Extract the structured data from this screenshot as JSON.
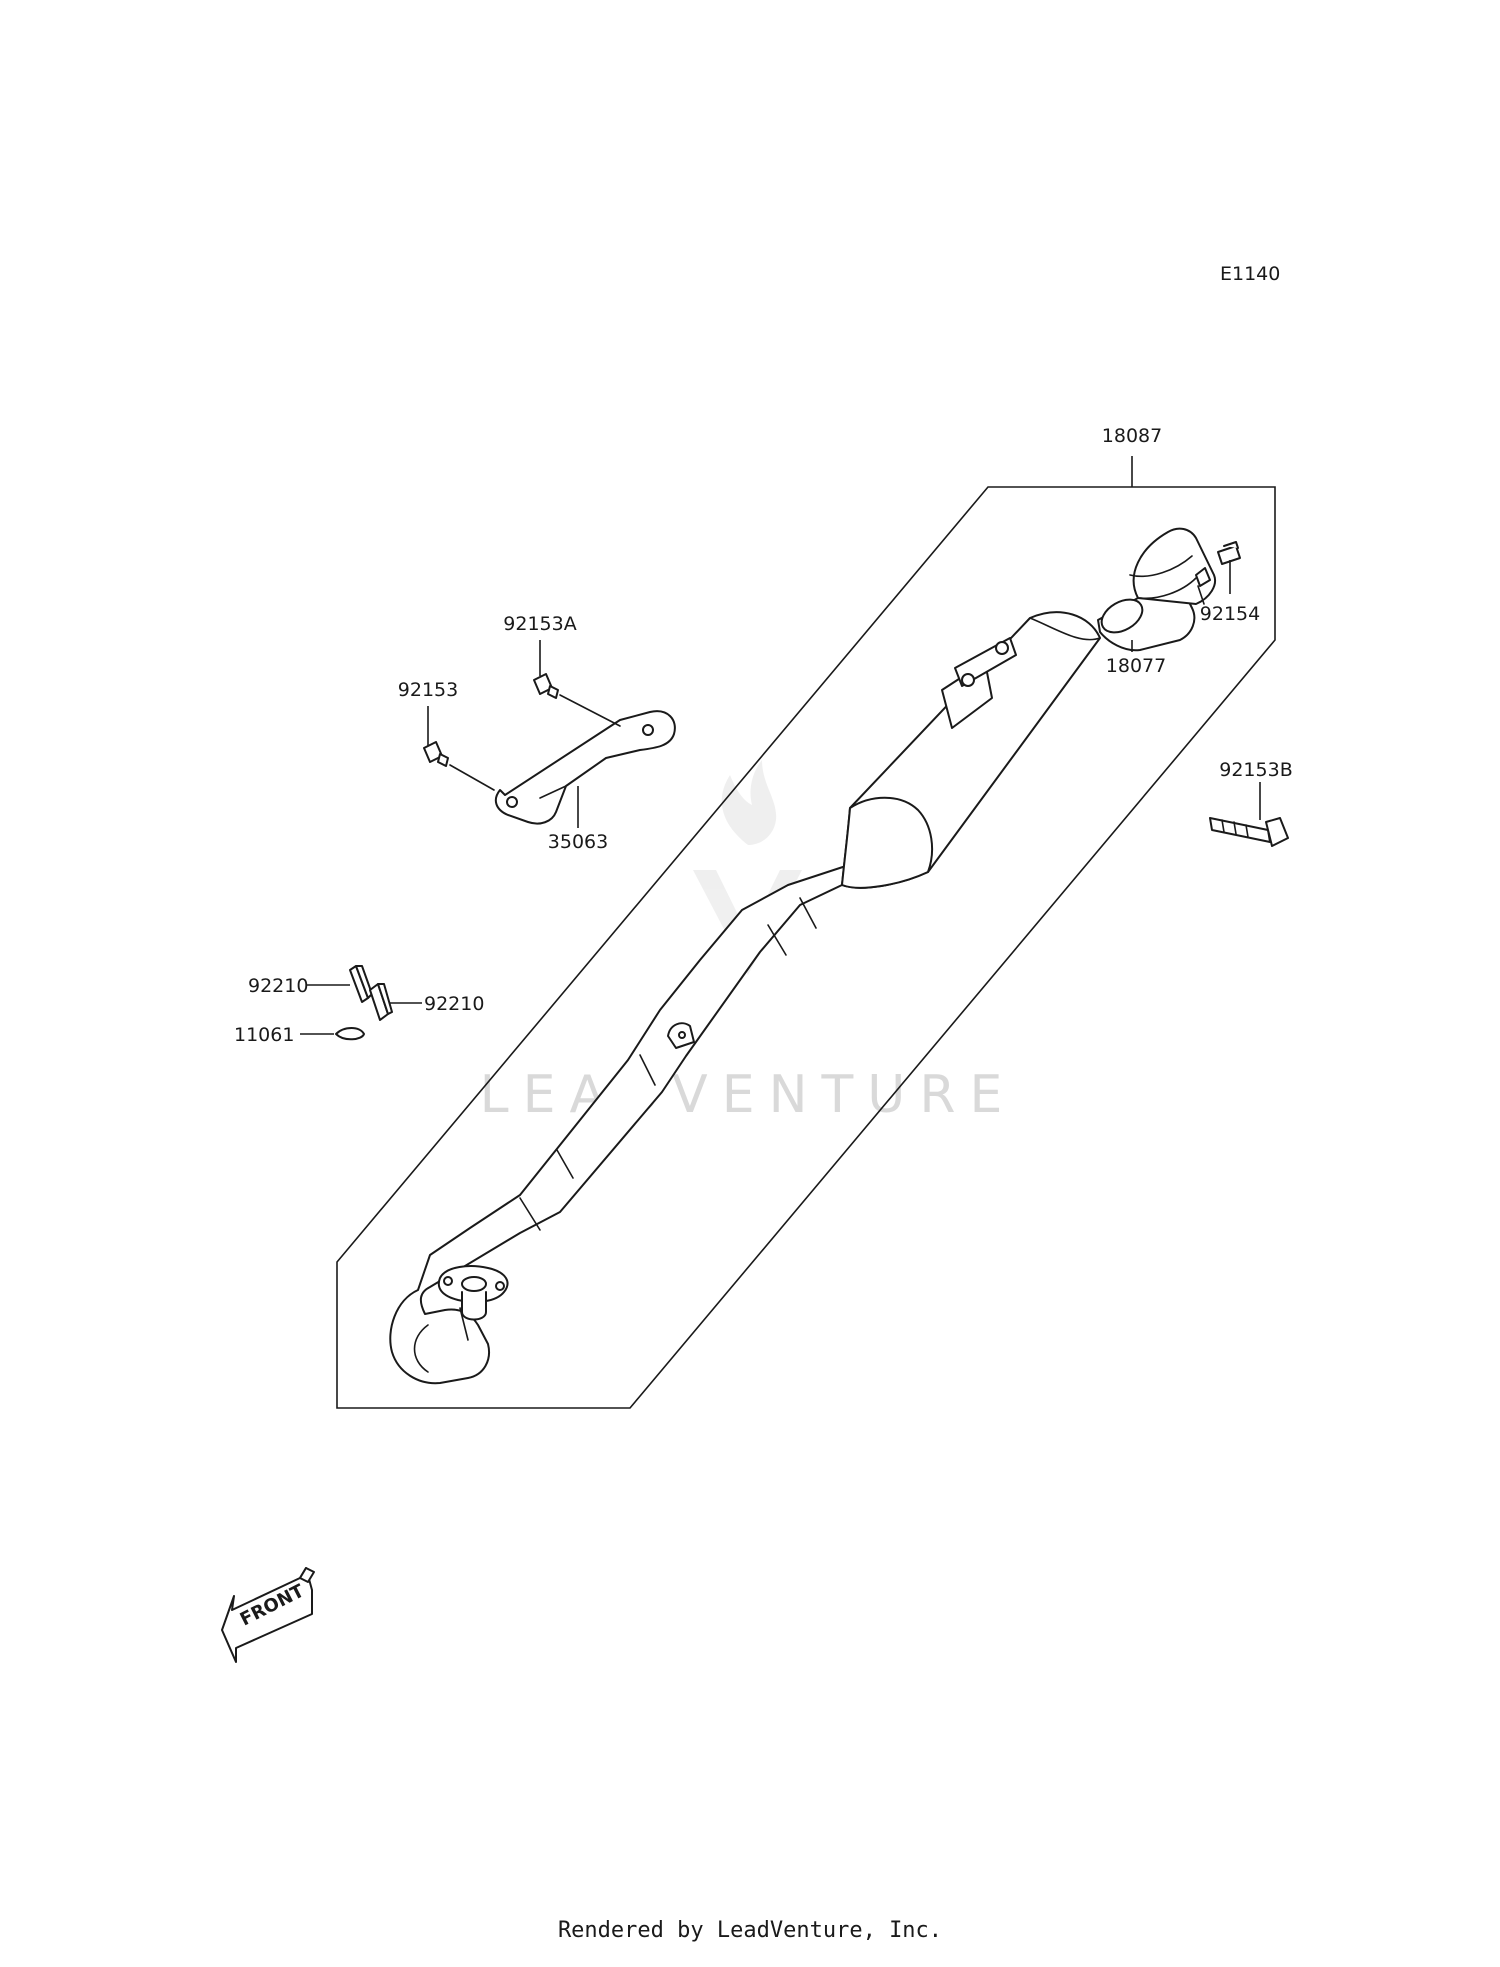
{
  "diagram_id": "E1140",
  "watermark": "LEADVENTURE",
  "footer": "Rendered by LeadVenture, Inc.",
  "front_label": "FRONT",
  "callouts": {
    "muffler_assembly": "18087",
    "muffler_tail": "18077",
    "tail_bolt": "92154",
    "bracket_bolt_a": "92153A",
    "bracket_bolt": "92153",
    "bracket": "35063",
    "side_bolt": "92153B",
    "clip_1": "92210",
    "clip_2": "92210",
    "rivet": "11061"
  }
}
